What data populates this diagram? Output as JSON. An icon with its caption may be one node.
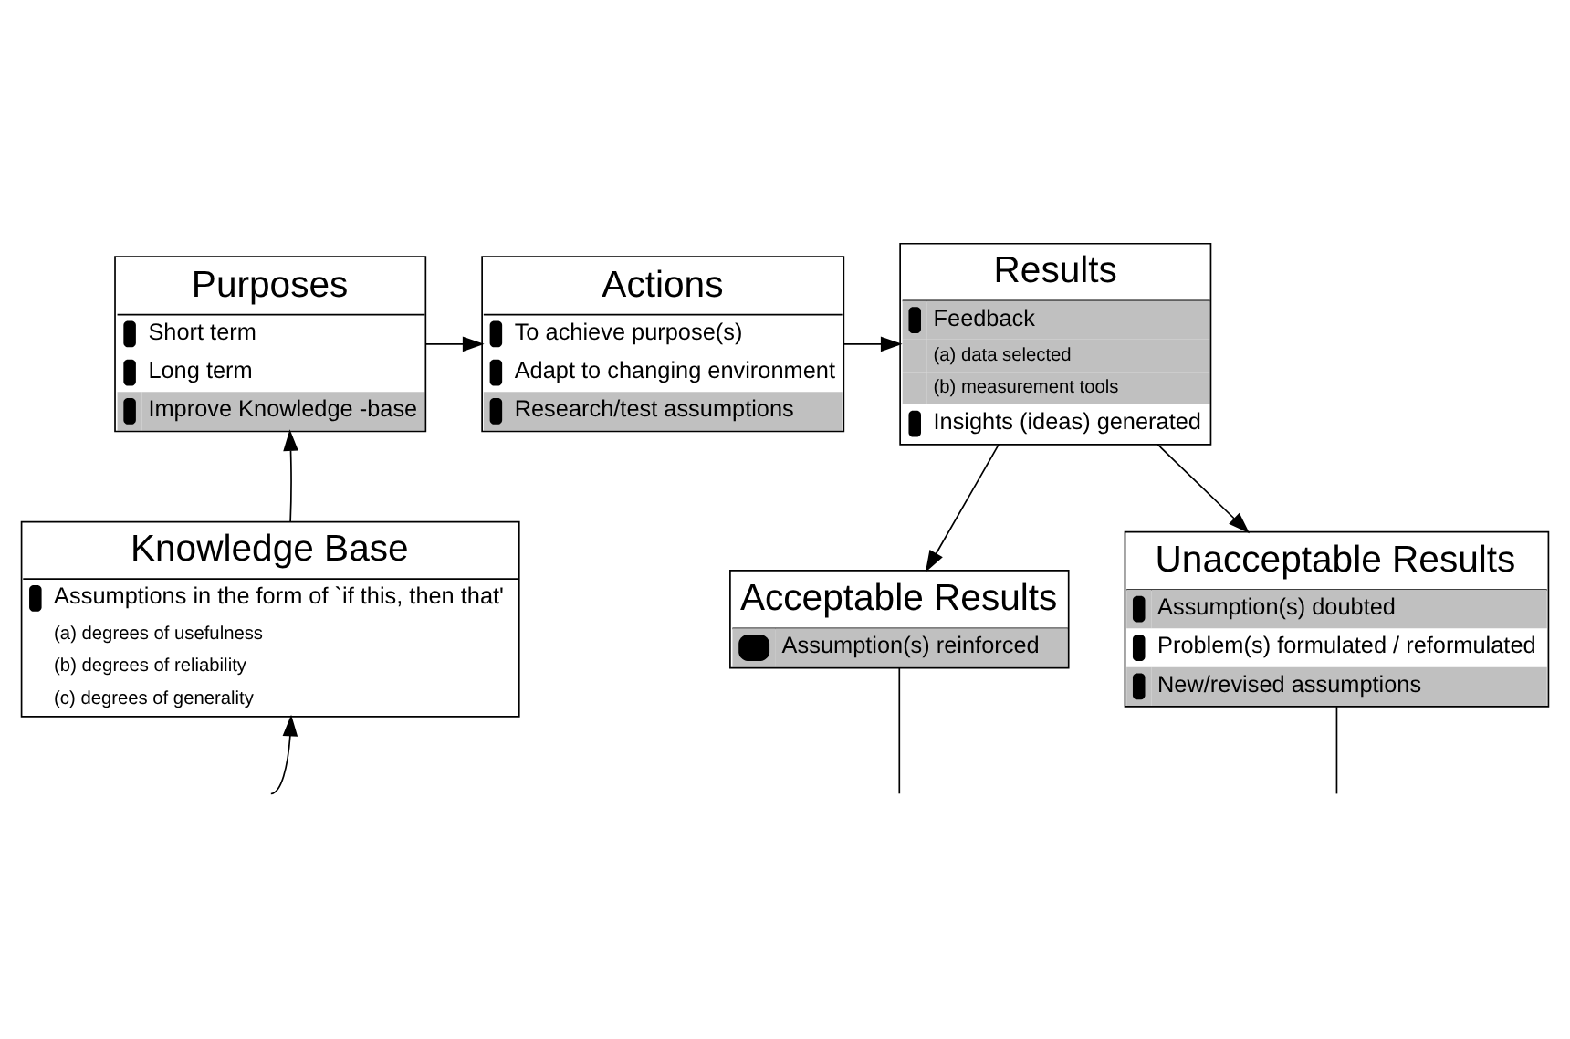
{
  "diagram": {
    "nodes": [
      {
        "text": [
          "Purposes",
          "Short term",
          "Long term",
          "Improve Knowledge -base"
        ]
      },
      {
        "text": [
          "Actions",
          "To achieve purpose(s)",
          "Adapt to changing environment",
          "Research/test assumptions"
        ]
      },
      {
        "text": [
          "Results",
          "Feedback",
          "(a) data selected",
          "(b) measurement tools",
          "Insights (ideas) generated"
        ]
      },
      {
        "text": [
          "Knowledge Base",
          "Assumptions in the form of `if this, then that'",
          "(a) degrees of usefulness",
          "(b) degrees of reliability",
          "(c) degrees of generality"
        ]
      },
      {
        "text": [
          "Acceptable Results",
          "Assumption(s) reinforced"
        ]
      },
      {
        "text": [
          "Unacceptable Results",
          "Assumption(s) doubted",
          "Problem(s) formulated / reformulated",
          "New/revised assumptions"
        ]
      }
    ],
    "edges": [
      {
        "from": 0,
        "to": 1,
        "arrow": "to"
      },
      {
        "from": 1,
        "to": 2,
        "arrow": "to"
      },
      {
        "from": 3,
        "to": 0,
        "arrow": "to"
      },
      {
        "from": 2,
        "to": 4,
        "arrow": "to"
      },
      {
        "from": 2,
        "to": 5,
        "arrow": "to"
      },
      {
        "from": null,
        "to": 3,
        "arrow": "to"
      },
      {
        "from": 4,
        "to": null,
        "arrow": "none"
      },
      {
        "from": 5,
        "to": null,
        "arrow": "none"
      }
    ]
  }
}
